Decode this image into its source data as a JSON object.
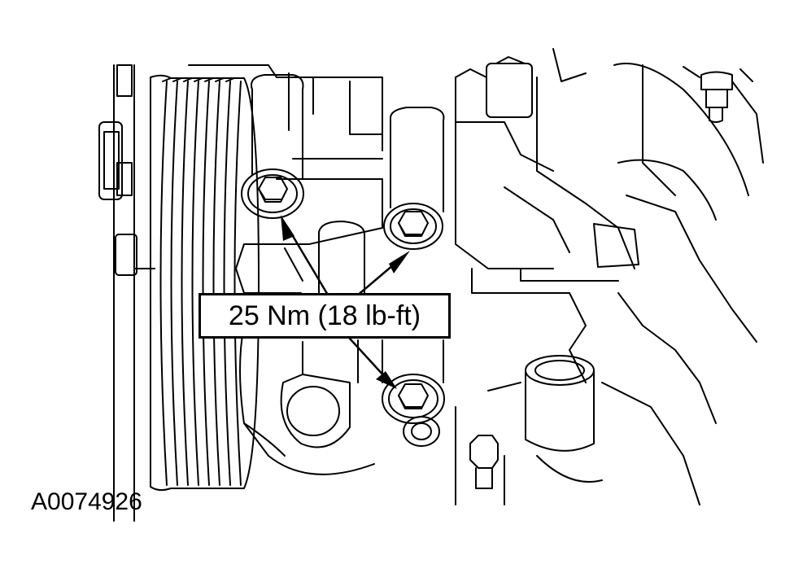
{
  "figure": {
    "id": "A0074926",
    "torque_callout": "25 Nm (18 lb-ft)"
  },
  "colors": {
    "ink": "#000000",
    "paper": "#ffffff"
  },
  "parts": [
    "pulley",
    "bolt",
    "fitting",
    "arrow"
  ]
}
